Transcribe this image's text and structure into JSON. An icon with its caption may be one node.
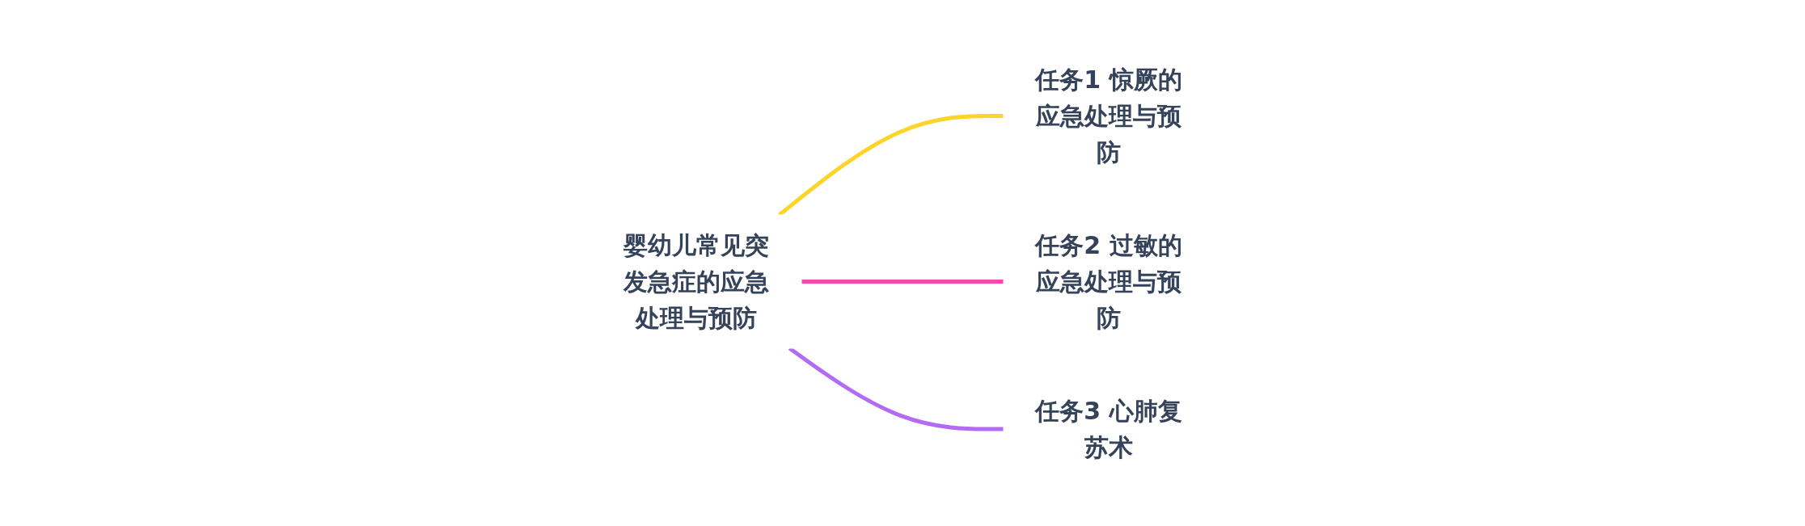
{
  "diagram": {
    "nodes": [
      {
        "text": [
          "婴幼儿常见突发急症的应急处理与预防"
        ]
      },
      {
        "text": [
          "任务1 惊厥的应急处理与预防"
        ]
      },
      {
        "text": [
          "任务2 过敏的应急处理与预防"
        ]
      },
      {
        "text": [
          "任务3 心肺复苏术"
        ]
      }
    ],
    "edges": [
      {
        "from": 0,
        "to": 1,
        "arrow": "none",
        "color": "#ffd42a"
      },
      {
        "from": 0,
        "to": 2,
        "arrow": "none",
        "color": "#f748b4"
      },
      {
        "from": 0,
        "to": 3,
        "arrow": "none",
        "color": "#b36bf5"
      }
    ]
  }
}
